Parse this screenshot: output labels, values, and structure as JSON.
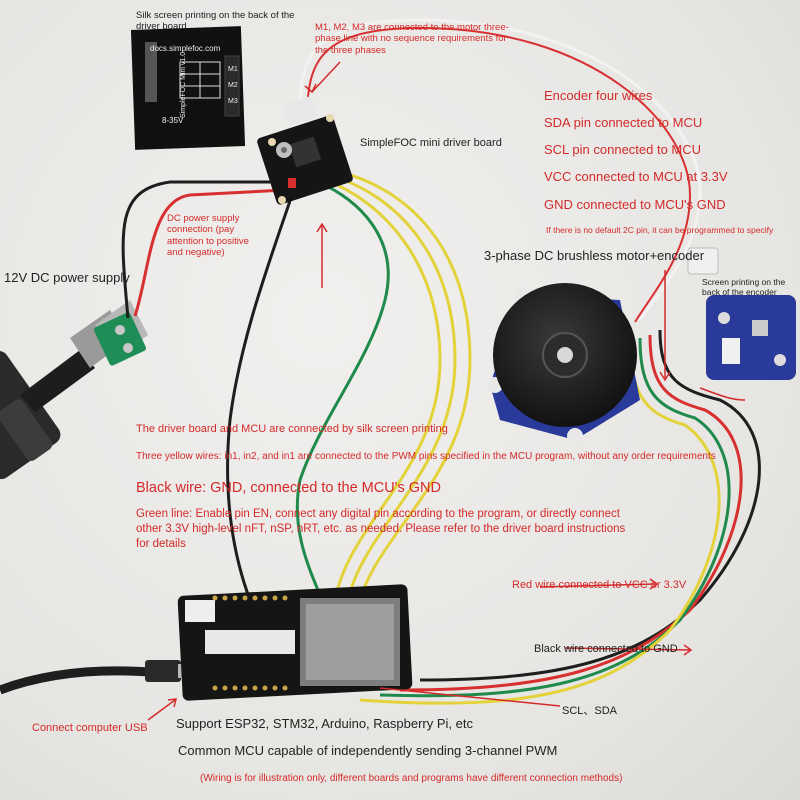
{
  "callouts": {
    "silk_back": "Silk screen printing on the back of the driver board",
    "motor_lines": "M1, M2, M3 are connected to the motor three-phase line with no sequence requirements for the three phases",
    "mini_driver": "SimpleFOC mini driver board",
    "dc_supply": "DC power supply connection (pay attention to positive and negative)",
    "power_12v": "12V DC power supply",
    "enc_title": "Encoder four wires",
    "enc_sda": "SDA pin connected to MCU",
    "enc_scl": "SCL pin connected to MCU",
    "enc_vcc": "VCC connected to MCU at 3.3V",
    "enc_gnd": "GND connected to MCU's GND",
    "enc_note": "If there is no default 2C pin, it can be programmed to specify",
    "motor": "3-phase DC brushless motor+encoder",
    "enc_back": "Screen printing on the back of the encoder",
    "silk_connect": "The driver board and MCU are connected by silk screen printing",
    "yellow": "Three yellow wires: in1, in2, and in1 are connected to the PWM pins specified in the MCU program, without any order requirements",
    "black": "Black wire: GND, connected to the MCU's GND",
    "green": "Green line: Enable pin EN, connect any digital pin according to the program, or directly connect other 3.3V high-level nFT, nSP, nRT, etc. as needed. Please refer to the driver board instructions for details",
    "red_wire": "Red wire connected to VCC or 3.3V",
    "black_gnd": "Black wire connected to GND",
    "scl_sda": "SCL、SDA",
    "usb": "Connect computer USB",
    "support": "Support ESP32, STM32, Arduino, Raspberry Pi, etc",
    "common": "Common MCU capable of independently sending 3-channel PWM",
    "disclaimer": "(Wiring is for illustration only, different boards and programs have different connection methods)"
  },
  "board_prints": {
    "url": "docs.simplefoc.com",
    "ver": "SimpleFOC Mini v1.0",
    "volt": "8-35V",
    "m1": "M1",
    "m2": "M2",
    "m3": "M3"
  },
  "colors": {
    "callout_red": "#d42a2a",
    "wire_yellow": "#e4d23a",
    "wire_green": "#1f8a4c",
    "wire_red": "#d83030",
    "wire_black": "#1e1e1e",
    "encoder_pcb": "#2a3a9a",
    "pcb_black": "#151515"
  }
}
